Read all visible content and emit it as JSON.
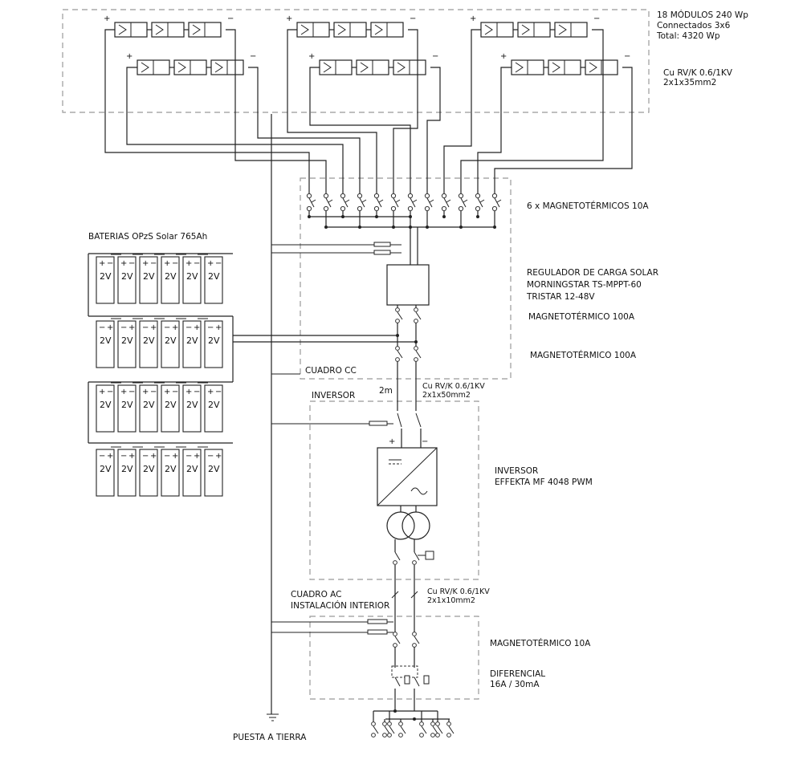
{
  "modules_note": {
    "line1": "18 MÓDULOS  240 Wp",
    "line2": "Connectados  3x6",
    "line3": "Total:  4320 Wp"
  },
  "module_cable": {
    "line1": "Cu RV/K 0.6/1KV",
    "line2": "2x1x35mm2"
  },
  "breakers_dc": "6 x MAGNETOTÉRMICOS 10A",
  "batteries": {
    "title": "BATERIAS  OPzS  Solar 765Ah",
    "cell": "2V"
  },
  "regulator": {
    "line1": "REGULADOR DE CARGA SOLAR",
    "line2": "MORNINGSTAR TS-MPPT-60",
    "line3": "TRISTAR 12-48V"
  },
  "breaker_100a_1": "MAGNETOTÉRMICO 100A",
  "breaker_100a_2": "MAGNETOTÉRMICO 100A",
  "dc_board": "CUADRO CC",
  "inverter_title": "INVERSOR",
  "distance": "2m",
  "battery_cable": {
    "line1": "Cu RV/K 0.6/1KV",
    "line2": "2x1x50mm2"
  },
  "inverter": {
    "line1": "INVERSOR",
    "line2": "EFFEKTA MF 4048 PWM"
  },
  "ac_cable": {
    "line1": "Cu RV/K 0.6/1KV",
    "line2": "2x1x10mm2"
  },
  "ac_board": {
    "line1": "CUADRO AC",
    "line2": "INSTALACIÓN INTERIOR"
  },
  "breaker_10a": "MAGNETOTÉRMICO  10A",
  "differential": {
    "line1": "DIFERENCIAL",
    "line2": "16A / 30mA"
  },
  "ground": "PUESTA A TIERRA",
  "polarity": {
    "plus": "+",
    "minus": "−"
  }
}
